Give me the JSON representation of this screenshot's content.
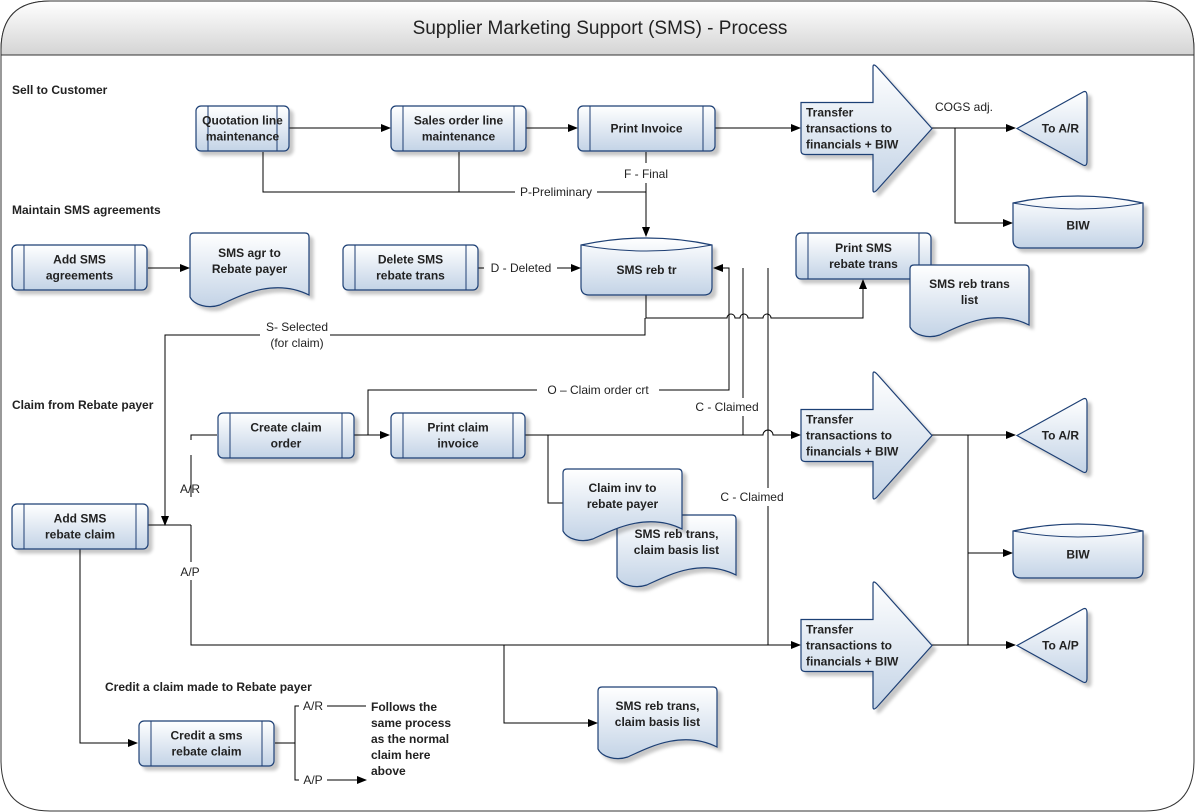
{
  "title": "Supplier Marketing Support (SMS) - Process",
  "sections": {
    "sell": "Sell to Customer",
    "maintain": "Maintain SMS agreements",
    "claim": "Claim from Rebate payer",
    "credit": "Credit a claim made to Rebate payer"
  },
  "nodes": {
    "quotation": [
      "Quotation line",
      "maintenance"
    ],
    "sales_order": [
      "Sales order line",
      "maintenance"
    ],
    "print_invoice": [
      "Print Invoice"
    ],
    "transfer1": [
      "Transfer",
      "transactions to",
      "financials + BIW"
    ],
    "to_ar1": [
      "To A/R"
    ],
    "biw1": [
      "BIW"
    ],
    "add_agreements": [
      "Add SMS",
      "agreements"
    ],
    "agr_doc": [
      "SMS agr to",
      "Rebate payer"
    ],
    "delete_trans": [
      "Delete SMS",
      "rebate trans"
    ],
    "reb_tr": [
      "SMS reb tr"
    ],
    "print_sms": [
      "Print SMS",
      "rebate trans"
    ],
    "trans_list": [
      "SMS reb trans",
      "list"
    ],
    "create_claim": [
      "Create claim",
      "order"
    ],
    "print_claim": [
      "Print claim",
      "invoice"
    ],
    "claim_inv_doc": [
      "Claim inv to",
      "rebate payer"
    ],
    "claim_basis_doc1": [
      "SMS reb trans,",
      "claim basis list"
    ],
    "transfer2": [
      "Transfer",
      "transactions to",
      "financials + BIW"
    ],
    "to_ar2": [
      "To A/R"
    ],
    "biw2": [
      "BIW"
    ],
    "add_claim": [
      "Add SMS",
      "rebate claim"
    ],
    "transfer3": [
      "Transfer",
      "transactions to",
      "financials + BIW"
    ],
    "to_ap": [
      "To A/P"
    ],
    "claim_basis_doc2": [
      "SMS reb trans,",
      "claim basis list"
    ],
    "credit_claim": [
      "Credit a sms",
      "rebate claim"
    ],
    "follows_note": [
      "Follows the",
      "same process",
      "as the normal",
      "claim here",
      "above"
    ]
  },
  "edge_labels": {
    "cogs": "COGS adj.",
    "final": "F - Final",
    "preliminary": "P-Preliminary",
    "deleted": "D - Deleted",
    "selected": [
      "S- Selected",
      "(for claim)"
    ],
    "claim_order_crt": "O – Claim order crt",
    "claimed1": "C - Claimed",
    "claimed2": "C - Claimed",
    "ar": "A/R",
    "ap": "A/P",
    "credit_ar": "A/R",
    "credit_ap": "A/P"
  },
  "colors": {
    "shape_fill_top": "#ffffff",
    "shape_fill_bottom": "#c3d3e6",
    "shape_stroke": "#1f3f74",
    "line": "#000000",
    "header_top": "#ffffff",
    "header_bottom": "#d6d6d6"
  }
}
